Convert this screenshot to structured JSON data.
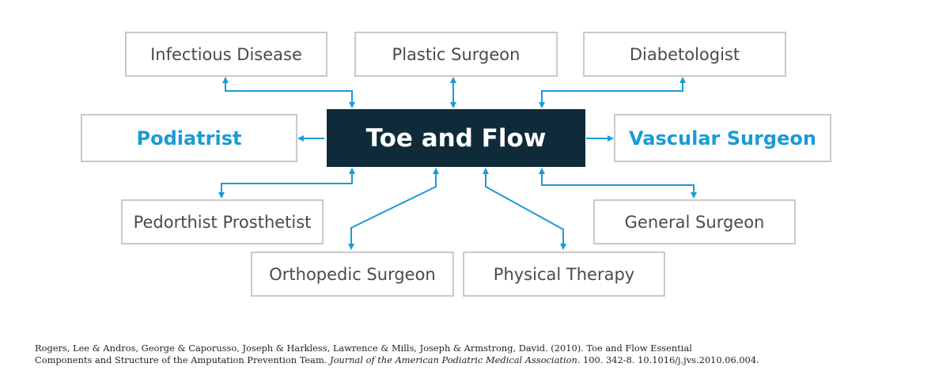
{
  "diagram": {
    "center": "Toe and Flow",
    "nodes": {
      "infectious": "Infectious Disease",
      "plastic": "Plastic Surgeon",
      "diabetologist": "Diabetologist",
      "podiatrist": "Podiatrist",
      "vascular": "Vascular Surgeon",
      "pedorthist": "Pedorthist Prosthetist",
      "general": "General Surgeon",
      "orthopedic": "Orthopedic Surgeon",
      "physical": "Physical Therapy"
    },
    "colors": {
      "center_bg": "#0f2b3a",
      "accent": "#1a9bd7",
      "box_border": "#c9c9c9",
      "text": "#4a4a4a"
    }
  },
  "citation": {
    "line1": "Rogers, Lee & Andros, George & Caporusso, Joseph & Harkless, Lawrence & Mills, Joseph & Armstrong, David. (2010). Toe and Flow Essential",
    "line2_start": "Components and Structure of the Amputation Prevention Team. ",
    "journal": "Journal of the American Podiatric Medical Association",
    "line2_end": ". 100. 342-8. 10.1016/j.jvs.2010.06.004."
  }
}
